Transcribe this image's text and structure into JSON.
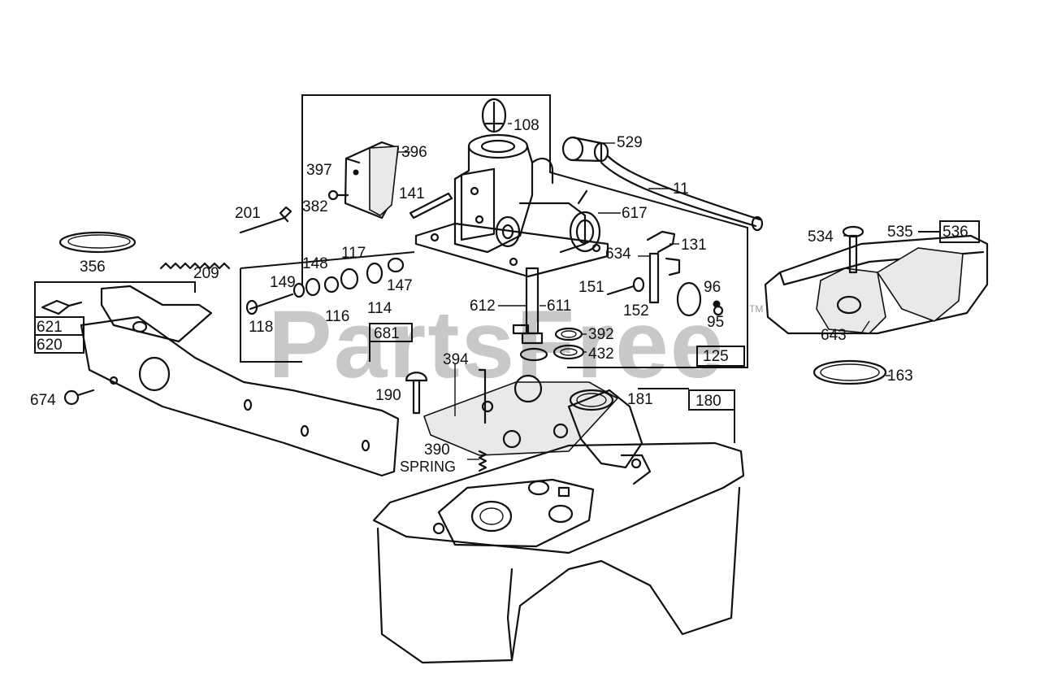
{
  "watermark": {
    "text": "PartsFree",
    "trademark": "TM"
  },
  "callouts": {
    "p108": "108",
    "p529": "529",
    "p11": "11",
    "p396": "396",
    "p397": "397",
    "p382": "382",
    "p141": "141",
    "p201": "201",
    "p617": "617",
    "p534": "534",
    "p535": "535",
    "p536": "536",
    "p356": "356",
    "p209": "209",
    "p131": "131",
    "p634": "634",
    "p117": "117",
    "p148": "148",
    "p149": "149",
    "p147": "147",
    "p151": "151",
    "p96": "96",
    "p612": "612",
    "p611": "611",
    "p152": "152",
    "p116": "116",
    "p114": "114",
    "p95": "95",
    "p621": "621",
    "p118": "118",
    "p681": "681",
    "p643": "643",
    "p620": "620",
    "p392": "392",
    "p432": "432",
    "p125": "125",
    "p394": "394",
    "p163": "163",
    "p190": "190",
    "p674": "674",
    "p181": "181",
    "p180": "180",
    "p390": "390",
    "spring": "SPRING"
  }
}
